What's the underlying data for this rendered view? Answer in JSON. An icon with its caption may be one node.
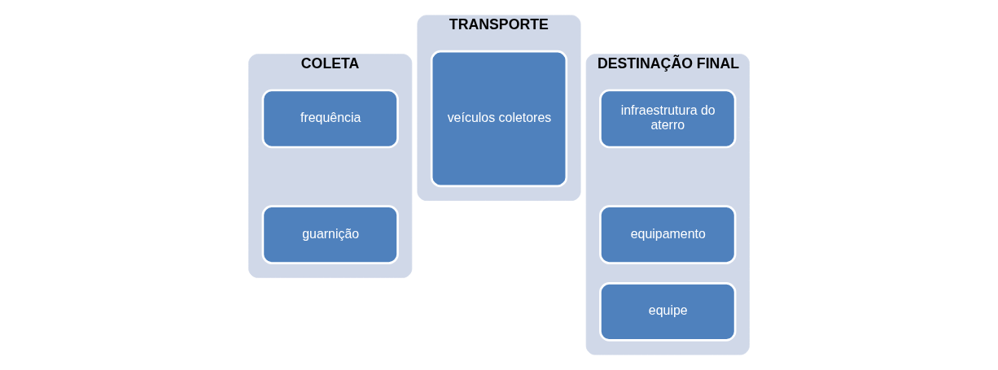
{
  "diagram": {
    "nodes": [
      {
        "text": [
          "COLETA"
        ]
      },
      {
        "text": [
          "frequência"
        ],
        "in": 0
      },
      {
        "text": [
          "guarnição"
        ],
        "in": 0
      },
      {
        "text": [
          "TRANSPORTE"
        ]
      },
      {
        "text": [
          "veículos coletores"
        ],
        "in": 3
      },
      {
        "text": [
          "DESTINAÇÃO FINAL"
        ]
      },
      {
        "text": [
          "infraestrutura do aterro"
        ],
        "in": 5
      },
      {
        "text": [
          "equipamento"
        ],
        "in": 5
      },
      {
        "text": [
          "equipe"
        ],
        "in": 5
      }
    ]
  }
}
